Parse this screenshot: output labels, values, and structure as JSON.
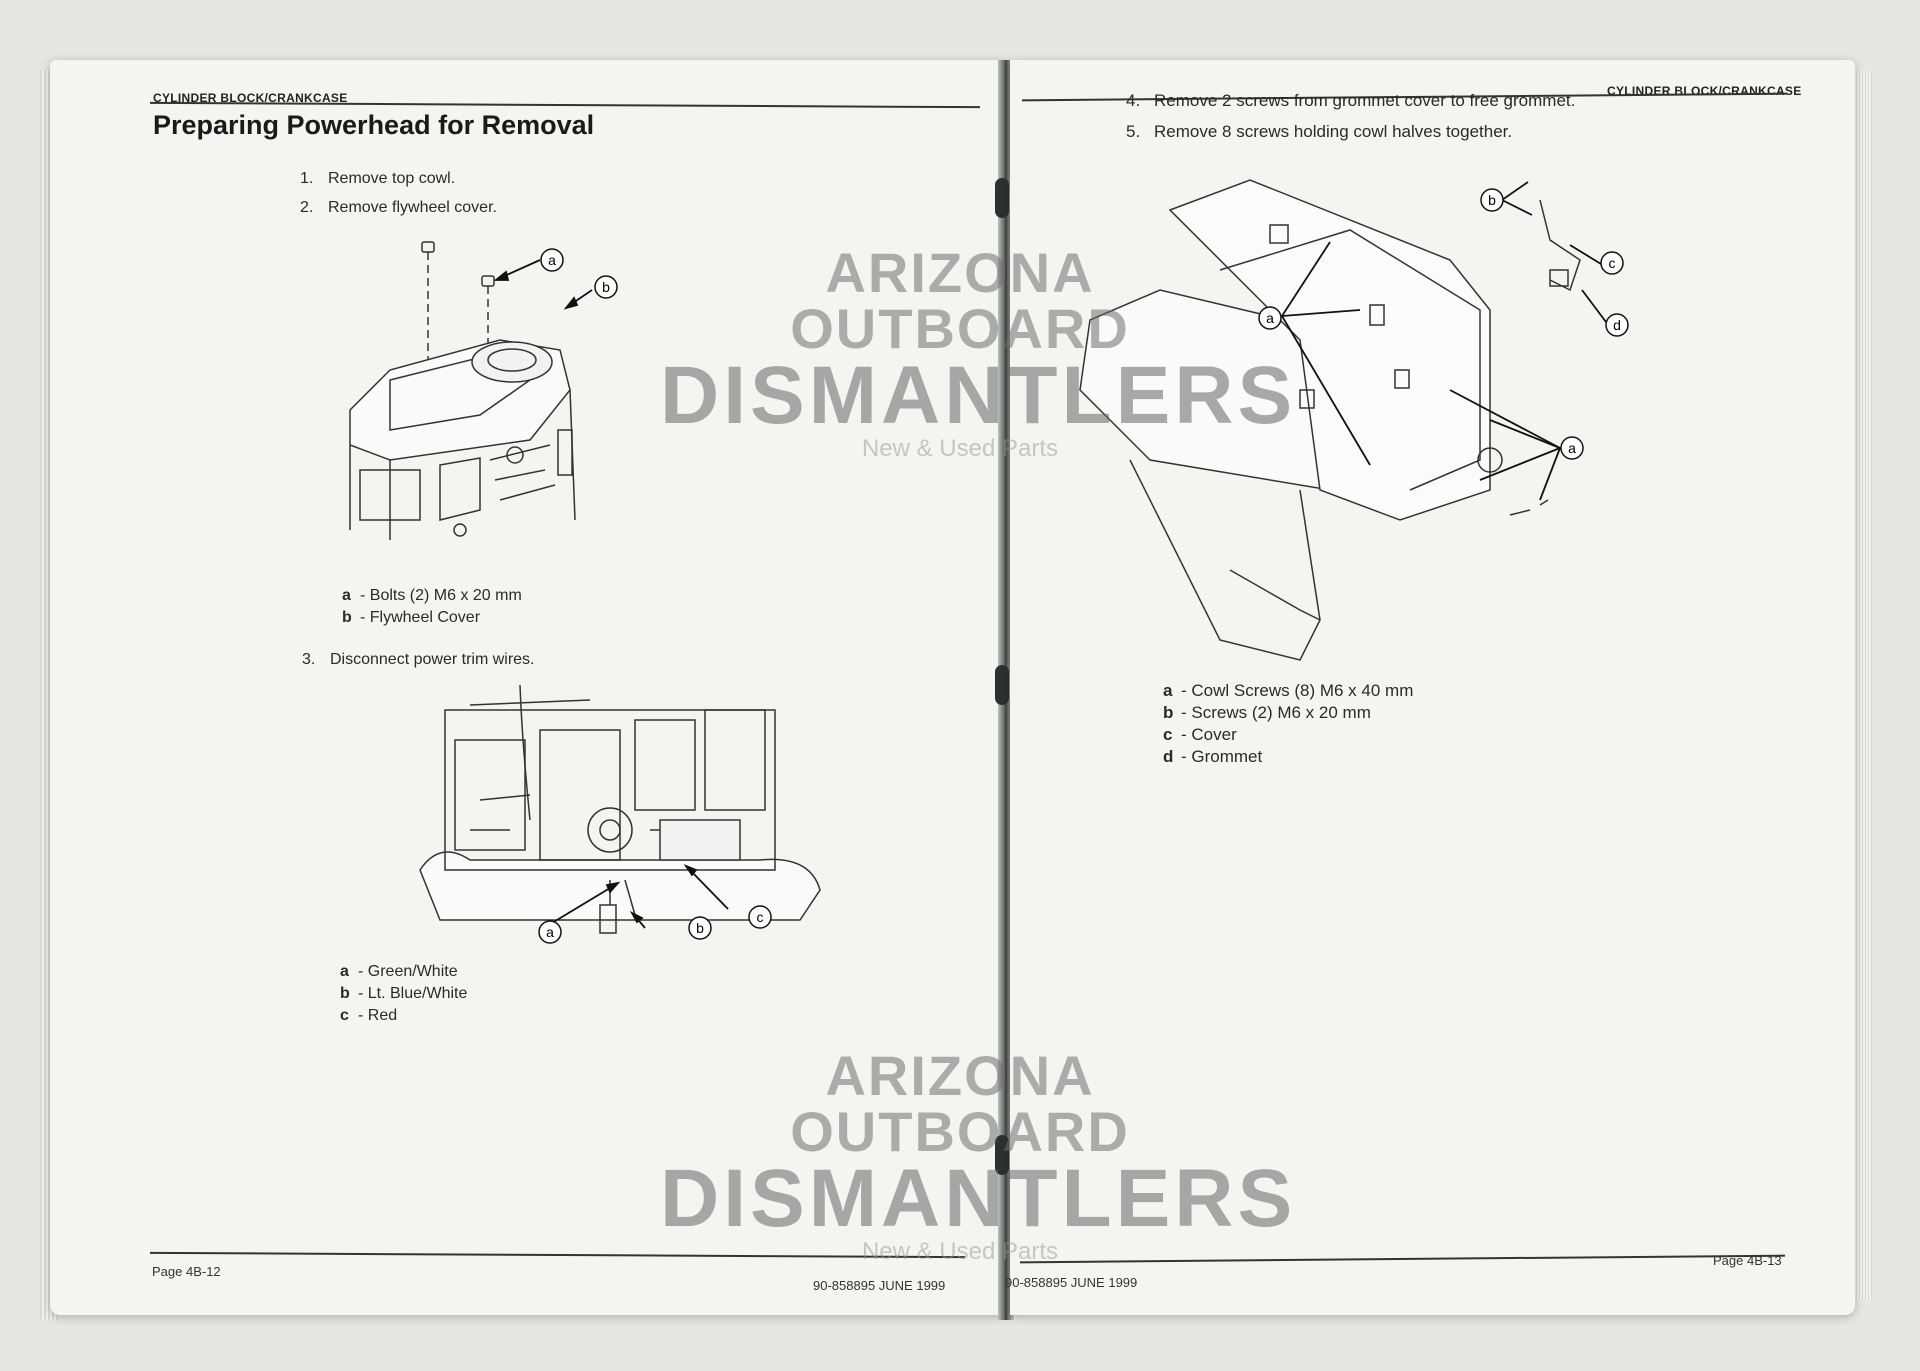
{
  "left_page": {
    "header": "CYLINDER BLOCK/CRANKCASE",
    "title": "Preparing Powerhead for Removal",
    "steps": [
      {
        "num": "1.",
        "text": "Remove top cowl."
      },
      {
        "num": "2.",
        "text": "Remove flywheel cover."
      },
      {
        "num": "3.",
        "text": "Disconnect power trim wires."
      }
    ],
    "legend1": [
      {
        "key": "a",
        "text": "- Bolts (2) M6 x 20 mm"
      },
      {
        "key": "b",
        "text": "- Flywheel Cover"
      }
    ],
    "legend2": [
      {
        "key": "a",
        "text": "- Green/White"
      },
      {
        "key": "b",
        "text": "- Lt. Blue/White"
      },
      {
        "key": "c",
        "text": "- Red"
      }
    ],
    "fig1_callouts": [
      "a",
      "b"
    ],
    "fig2_callouts": [
      "a",
      "b",
      "c"
    ],
    "footer_page": "Page 4B-12",
    "footer_doc": "90-858895  JUNE 1999"
  },
  "right_page": {
    "header": "CYLINDER BLOCK/CRANKCASE",
    "steps": [
      {
        "num": "4.",
        "text": "Remove 2 screws from grommet cover to free grommet."
      },
      {
        "num": "5.",
        "text": "Remove 8 screws holding cowl halves together."
      }
    ],
    "legend": [
      {
        "key": "a",
        "text": "- Cowl Screws (8) M6 x 40 mm"
      },
      {
        "key": "b",
        "text": "- Screws (2) M6 x 20 mm"
      },
      {
        "key": "c",
        "text": "- Cover"
      },
      {
        "key": "d",
        "text": "- Grommet"
      }
    ],
    "fig_callouts": [
      "a",
      "a",
      "b",
      "c",
      "d"
    ],
    "footer_doc": "90-858895  JUNE 1999",
    "footer_page": "Page 4B-13"
  },
  "watermark": {
    "line1": "ARIZONA OUTBOARD",
    "line2": "DISMANTLERS",
    "line3": "New & Used Parts"
  }
}
